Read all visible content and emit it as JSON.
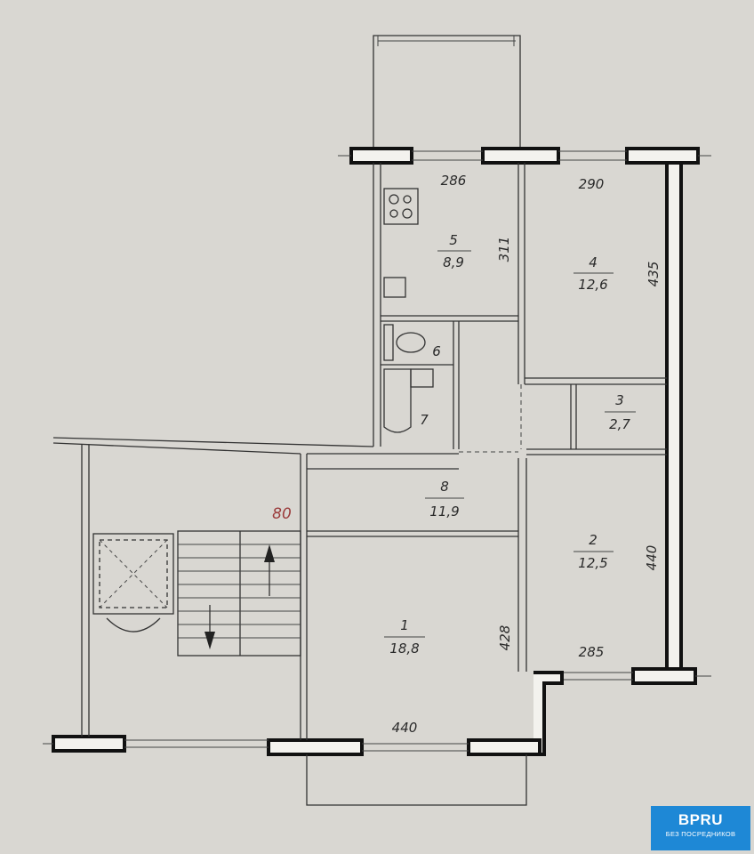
{
  "rooms": [
    {
      "id": "1",
      "area": "18,8"
    },
    {
      "id": "2",
      "area": "12,5"
    },
    {
      "id": "3",
      "area": "2,7"
    },
    {
      "id": "4",
      "area": "12,6"
    },
    {
      "id": "5",
      "area": "8,9"
    },
    {
      "id": "6",
      "area": ""
    },
    {
      "id": "7",
      "area": ""
    },
    {
      "id": "8",
      "area": "11,9"
    }
  ],
  "dimensions": {
    "d286": "286",
    "d290": "290",
    "d311": "311",
    "d435": "435",
    "d440_right": "440",
    "d428": "428",
    "d285": "285",
    "d440_bottom": "440"
  },
  "annotation_red": "80",
  "watermark": {
    "brand": "BPRU",
    "tagline": "БЕЗ ПОСРЕДНИКОВ",
    "color": "#1e88d6"
  }
}
